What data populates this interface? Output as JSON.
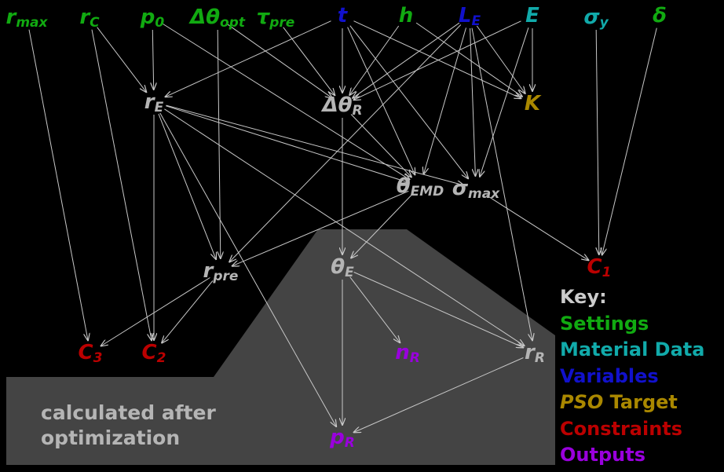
{
  "colors": {
    "settings": "#11aa11",
    "material": "#11aaaa",
    "variables": "#1111cc",
    "target": "#aa8800",
    "constraints": "#bb0000",
    "outputs": "#9900dd",
    "intermediate": "#b5b5b5",
    "region": "#444444",
    "edge": "#c8c8c8"
  },
  "nodes": [
    {
      "id": "r_max",
      "main": "r",
      "sub": "max",
      "group": "settings"
    },
    {
      "id": "r_C",
      "main": "r",
      "sub": "C",
      "group": "settings"
    },
    {
      "id": "p_0",
      "main": "p",
      "sub": "0",
      "group": "settings"
    },
    {
      "id": "dtheta_opt",
      "main": "Δθ",
      "sub": "opt",
      "group": "settings"
    },
    {
      "id": "tau_pre",
      "main": "τ",
      "sub": "pre",
      "group": "settings"
    },
    {
      "id": "t",
      "main": "t",
      "sub": "",
      "group": "variables"
    },
    {
      "id": "h",
      "main": "h",
      "sub": "",
      "group": "settings"
    },
    {
      "id": "L_E",
      "main": "L",
      "sub": "E",
      "group": "variables"
    },
    {
      "id": "E",
      "main": "E",
      "sub": "",
      "group": "material"
    },
    {
      "id": "sigma_y",
      "main": "σ",
      "sub": "y",
      "group": "material"
    },
    {
      "id": "delta",
      "main": "δ",
      "sub": "",
      "group": "settings"
    },
    {
      "id": "r_E",
      "main": "r",
      "sub": "E",
      "group": "intermediate"
    },
    {
      "id": "dtheta_R",
      "main": "Δθ",
      "sub": "R",
      "group": "intermediate"
    },
    {
      "id": "K",
      "main": "K",
      "sub": "",
      "group": "target"
    },
    {
      "id": "theta_EMD",
      "main": "θ",
      "sub": "EMD",
      "group": "intermediate"
    },
    {
      "id": "sigma_max",
      "main": "σ",
      "sub": "max",
      "group": "intermediate"
    },
    {
      "id": "r_pre",
      "main": "r",
      "sub": "pre",
      "group": "intermediate"
    },
    {
      "id": "theta_E",
      "main": "θ",
      "sub": "E",
      "group": "intermediate"
    },
    {
      "id": "C_1",
      "main": "C",
      "sub": "1",
      "group": "constraints"
    },
    {
      "id": "C_3",
      "main": "C",
      "sub": "3",
      "group": "constraints"
    },
    {
      "id": "C_2",
      "main": "C",
      "sub": "2",
      "group": "constraints"
    },
    {
      "id": "n_R",
      "main": "n",
      "sub": "R",
      "group": "outputs"
    },
    {
      "id": "r_R",
      "main": "r",
      "sub": "R",
      "group": "intermediate"
    },
    {
      "id": "p_R",
      "main": "p",
      "sub": "R",
      "group": "outputs"
    }
  ],
  "edges": [
    [
      "r_max",
      "C_3"
    ],
    [
      "r_C",
      "r_E"
    ],
    [
      "r_C",
      "C_2"
    ],
    [
      "p_0",
      "r_E"
    ],
    [
      "p_0",
      "theta_EMD"
    ],
    [
      "dtheta_opt",
      "dtheta_R"
    ],
    [
      "dtheta_opt",
      "r_pre"
    ],
    [
      "tau_pre",
      "dtheta_R"
    ],
    [
      "t",
      "r_E"
    ],
    [
      "t",
      "dtheta_R"
    ],
    [
      "t",
      "theta_EMD"
    ],
    [
      "t",
      "sigma_max"
    ],
    [
      "t",
      "K"
    ],
    [
      "h",
      "dtheta_R"
    ],
    [
      "h",
      "K"
    ],
    [
      "L_E",
      "dtheta_R"
    ],
    [
      "L_E",
      "theta_EMD"
    ],
    [
      "L_E",
      "sigma_max"
    ],
    [
      "L_E",
      "K"
    ],
    [
      "L_E",
      "r_pre"
    ],
    [
      "L_E",
      "r_R"
    ],
    [
      "E",
      "dtheta_R"
    ],
    [
      "E",
      "K"
    ],
    [
      "E",
      "sigma_max"
    ],
    [
      "sigma_y",
      "C_1"
    ],
    [
      "delta",
      "C_1"
    ],
    [
      "r_E",
      "theta_EMD"
    ],
    [
      "r_E",
      "sigma_max"
    ],
    [
      "r_E",
      "r_pre"
    ],
    [
      "r_E",
      "C_2"
    ],
    [
      "r_E",
      "r_R"
    ],
    [
      "r_E",
      "p_R"
    ],
    [
      "dtheta_R",
      "theta_EMD"
    ],
    [
      "dtheta_R",
      "theta_E"
    ],
    [
      "theta_EMD",
      "r_pre"
    ],
    [
      "theta_EMD",
      "theta_E"
    ],
    [
      "sigma_max",
      "C_1"
    ],
    [
      "r_pre",
      "C_3"
    ],
    [
      "r_pre",
      "C_2"
    ],
    [
      "theta_E",
      "n_R"
    ],
    [
      "theta_E",
      "r_R"
    ],
    [
      "theta_E",
      "p_R"
    ],
    [
      "r_R",
      "p_R"
    ]
  ],
  "region_caption": [
    "calculated after",
    "optimization"
  ],
  "key": {
    "title": "Key:",
    "items": [
      {
        "group": "settings",
        "parts": [
          {
            "text": "Settings",
            "em": false
          }
        ]
      },
      {
        "group": "material",
        "parts": [
          {
            "text": "Material Data",
            "em": false
          }
        ]
      },
      {
        "group": "variables",
        "parts": [
          {
            "text": "Variables",
            "em": false
          }
        ]
      },
      {
        "group": "target",
        "parts": [
          {
            "text": "PSO",
            "em": true
          },
          {
            "text": " Target",
            "em": false
          }
        ]
      },
      {
        "group": "constraints",
        "parts": [
          {
            "text": "Constraints",
            "em": false
          }
        ]
      },
      {
        "group": "outputs",
        "parts": [
          {
            "text": "Outputs",
            "em": false
          }
        ]
      }
    ]
  }
}
